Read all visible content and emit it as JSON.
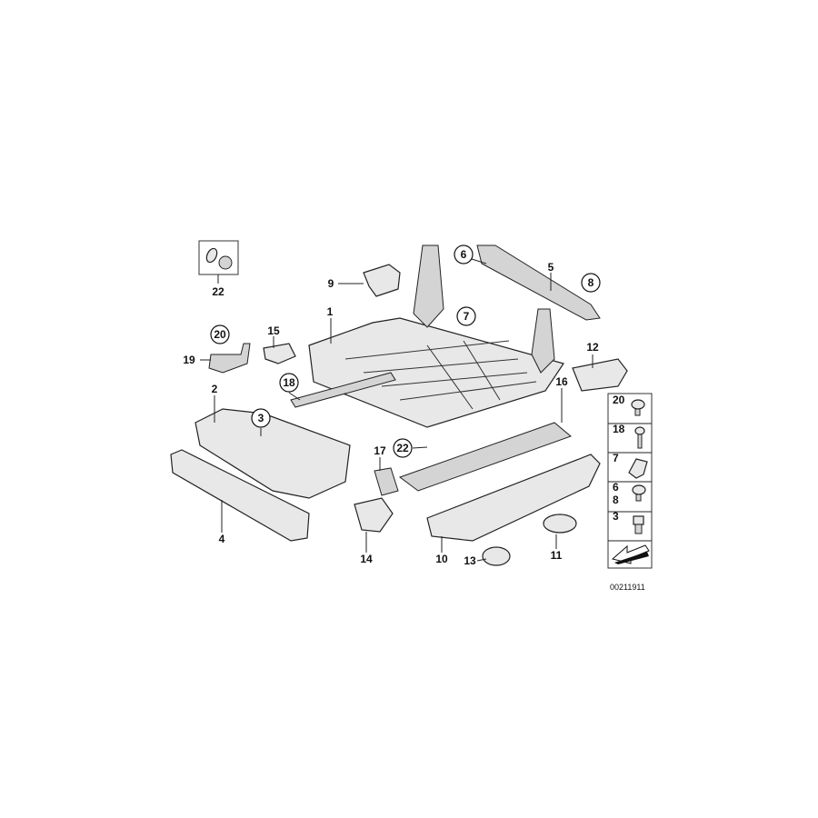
{
  "diagram": {
    "callouts": [
      {
        "id": "22a",
        "label": "22",
        "circled": false
      },
      {
        "id": "9",
        "label": "9",
        "circled": false
      },
      {
        "id": "1",
        "label": "1",
        "circled": false
      },
      {
        "id": "6",
        "label": "6",
        "circled": true
      },
      {
        "id": "5",
        "label": "5",
        "circled": false
      },
      {
        "id": "8",
        "label": "8",
        "circled": true
      },
      {
        "id": "7",
        "label": "7",
        "circled": true
      },
      {
        "id": "12",
        "label": "12",
        "circled": false
      },
      {
        "id": "20",
        "label": "20",
        "circled": true
      },
      {
        "id": "15",
        "label": "15",
        "circled": false
      },
      {
        "id": "19",
        "label": "19",
        "circled": false
      },
      {
        "id": "18",
        "label": "18",
        "circled": true
      },
      {
        "id": "2",
        "label": "2",
        "circled": false
      },
      {
        "id": "3",
        "label": "3",
        "circled": true
      },
      {
        "id": "16",
        "label": "16",
        "circled": false
      },
      {
        "id": "17",
        "label": "17",
        "circled": false
      },
      {
        "id": "22b",
        "label": "22",
        "circled": true
      },
      {
        "id": "4",
        "label": "4",
        "circled": false
      },
      {
        "id": "14",
        "label": "14",
        "circled": false
      },
      {
        "id": "10",
        "label": "10",
        "circled": false
      },
      {
        "id": "13",
        "label": "13",
        "circled": false
      },
      {
        "id": "11",
        "label": "11",
        "circled": false
      }
    ],
    "legend": [
      {
        "labels": [
          "20"
        ],
        "icon": "screw-round-head"
      },
      {
        "labels": [
          "18"
        ],
        "icon": "screw-long"
      },
      {
        "labels": [
          "7"
        ],
        "icon": "clip"
      },
      {
        "labels": [
          "6",
          "8"
        ],
        "icon": "screw-phillips"
      },
      {
        "labels": [
          "3"
        ],
        "icon": "screw-socket-head"
      }
    ],
    "diagram_code": "00211911"
  }
}
